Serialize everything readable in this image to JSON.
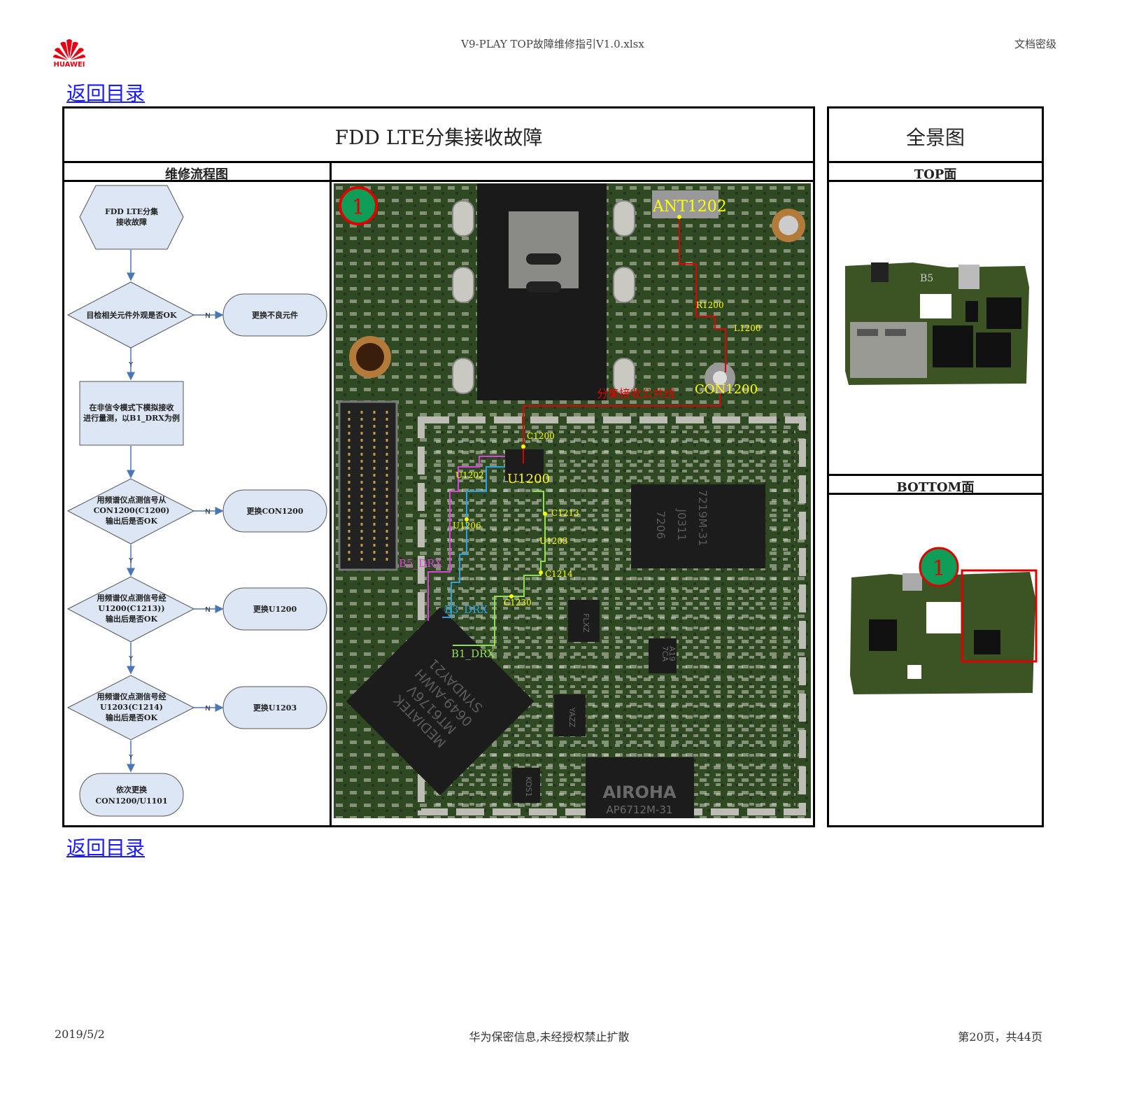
{
  "header": {
    "brand": "HUAWEI",
    "file_title": "V9-PLAY TOP故障维修指引V1.0.xlsx",
    "classification": "文档密级"
  },
  "nav": {
    "back_label": "返回目录"
  },
  "main": {
    "title": "FDD LTE分集接收故障",
    "flow_header": "维修流程图"
  },
  "panorama": {
    "title": "全景图",
    "top_label": "TOP面",
    "bottom_label": "BOTTOM面",
    "marker": "1",
    "top_board_text": "B5"
  },
  "flowchart": {
    "start": [
      "FDD LTE分集",
      "接收故障"
    ],
    "d1": "目检相关元件外观是否OK",
    "a1": "更换不良元件",
    "p1": [
      "在非信令模式下模拟接收",
      "进行量测，以B1_DRX为例"
    ],
    "d2": [
      "用频谱仪点测信号从",
      "CON1200(C1200)",
      "输出后是否OK"
    ],
    "a2": "更换CON1200",
    "d3": [
      "用频谱仪点测信号经",
      "U1200(C1213))",
      "输出后是否OK"
    ],
    "a3": "更换U1200",
    "d4": [
      "用频谱仪点测信号经",
      "U1203(C1214)",
      "输出后是否OK"
    ],
    "a4": "更换U1203",
    "end": [
      "依次更换",
      "CON1200/U1101"
    ],
    "yes": "Y",
    "no": "N"
  },
  "pcb": {
    "marker": "1",
    "ant": "ANT1202",
    "r1200": "R1200",
    "l1200": "L1200",
    "con1200": "CON1200",
    "diversity": "分集接收公共线",
    "c1200": "C1200",
    "u1202": "U1202",
    "u1200": "U1200",
    "c1213": "C1213",
    "u1206": "U1206",
    "u1203": "U1203",
    "b5": "B5_DRX",
    "c1214": "C1214",
    "c1230": "C1230",
    "b3": "B3_DRX",
    "b1": "B1_DRX",
    "chip_main": "MEDIATEK",
    "chip_model": "MT6176V",
    "chip_lot": "0649-AIWH",
    "chip_code": "SYNDAY21",
    "chip2_a": "7219M-31",
    "chip2_b": "J0311",
    "chip2_c": "7206",
    "airoha": "AIROHA",
    "airoha_model": "AP6712M-31",
    "ic_a": "FLXZ",
    "ic_b": "YAZZ",
    "ic_c": "KOS1",
    "ic_d": "7CA",
    "ic_e": "A19"
  },
  "footer": {
    "date": "2019/5/2",
    "notice": "华为保密信息,未经授权禁止扩散",
    "page": "第20页，共44页"
  }
}
